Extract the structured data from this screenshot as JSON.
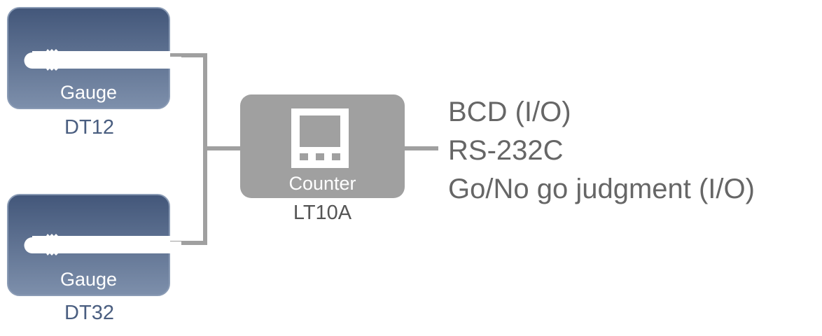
{
  "gauges": [
    {
      "label": "Gauge",
      "model": "DT12"
    },
    {
      "label": "Gauge",
      "model": "DT32"
    }
  ],
  "counter": {
    "label": "Counter",
    "model": "LT10A"
  },
  "outputs": [
    "BCD (I/O)",
    "RS-232C",
    "Go/No go judgment (I/O)"
  ],
  "colors": {
    "gauge": "#5a6d90",
    "counter": "#a0a0a0",
    "text": "#666666",
    "model": "#4a5e80"
  }
}
